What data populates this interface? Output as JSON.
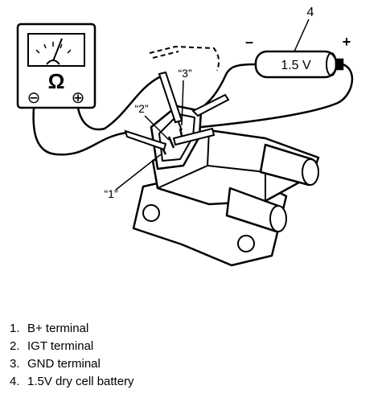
{
  "meter": {
    "symbol": "Ω",
    "negative_terminal": "⊖",
    "positive_terminal": "⊕"
  },
  "battery": {
    "label": "1.5 V",
    "negative_sign": "–",
    "positive_sign": "+"
  },
  "callouts": {
    "battery_number": "4",
    "terminal_1": "“1”",
    "terminal_2": "“2”",
    "terminal_3": "“3”"
  },
  "legend": [
    {
      "number": "1.",
      "text": "B+ terminal"
    },
    {
      "number": "2.",
      "text": "IGT terminal"
    },
    {
      "number": "3.",
      "text": "GND terminal"
    },
    {
      "number": "4.",
      "text": "1.5V dry cell battery"
    }
  ]
}
